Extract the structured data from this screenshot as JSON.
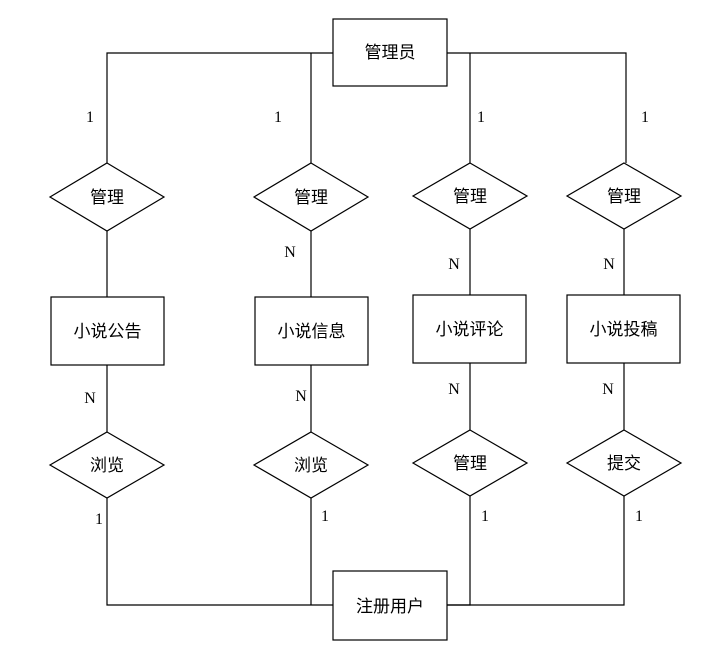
{
  "diagram": {
    "entities": {
      "admin": "管理员",
      "user": "注册用户",
      "notice": "小说公告",
      "info": "小说信息",
      "comment": "小说评论",
      "submission": "小说投稿"
    },
    "relations": {
      "manage_notice": "管理",
      "manage_info": "管理",
      "manage_comment": "管理",
      "manage_submission": "管理",
      "browse_notice": "浏览",
      "browse_info": "浏览",
      "manage_comment_user": "管理",
      "submit": "提交"
    },
    "cardinalities": {
      "c1": "1",
      "c2": "1",
      "c3": "1",
      "c4": "1",
      "c5": "N",
      "c6": "N",
      "c7": "N",
      "c8": "N",
      "c9": "N",
      "c10": "N",
      "c11": "N",
      "c12": "1",
      "c13": "1",
      "c14": "1",
      "c15": "1"
    }
  }
}
